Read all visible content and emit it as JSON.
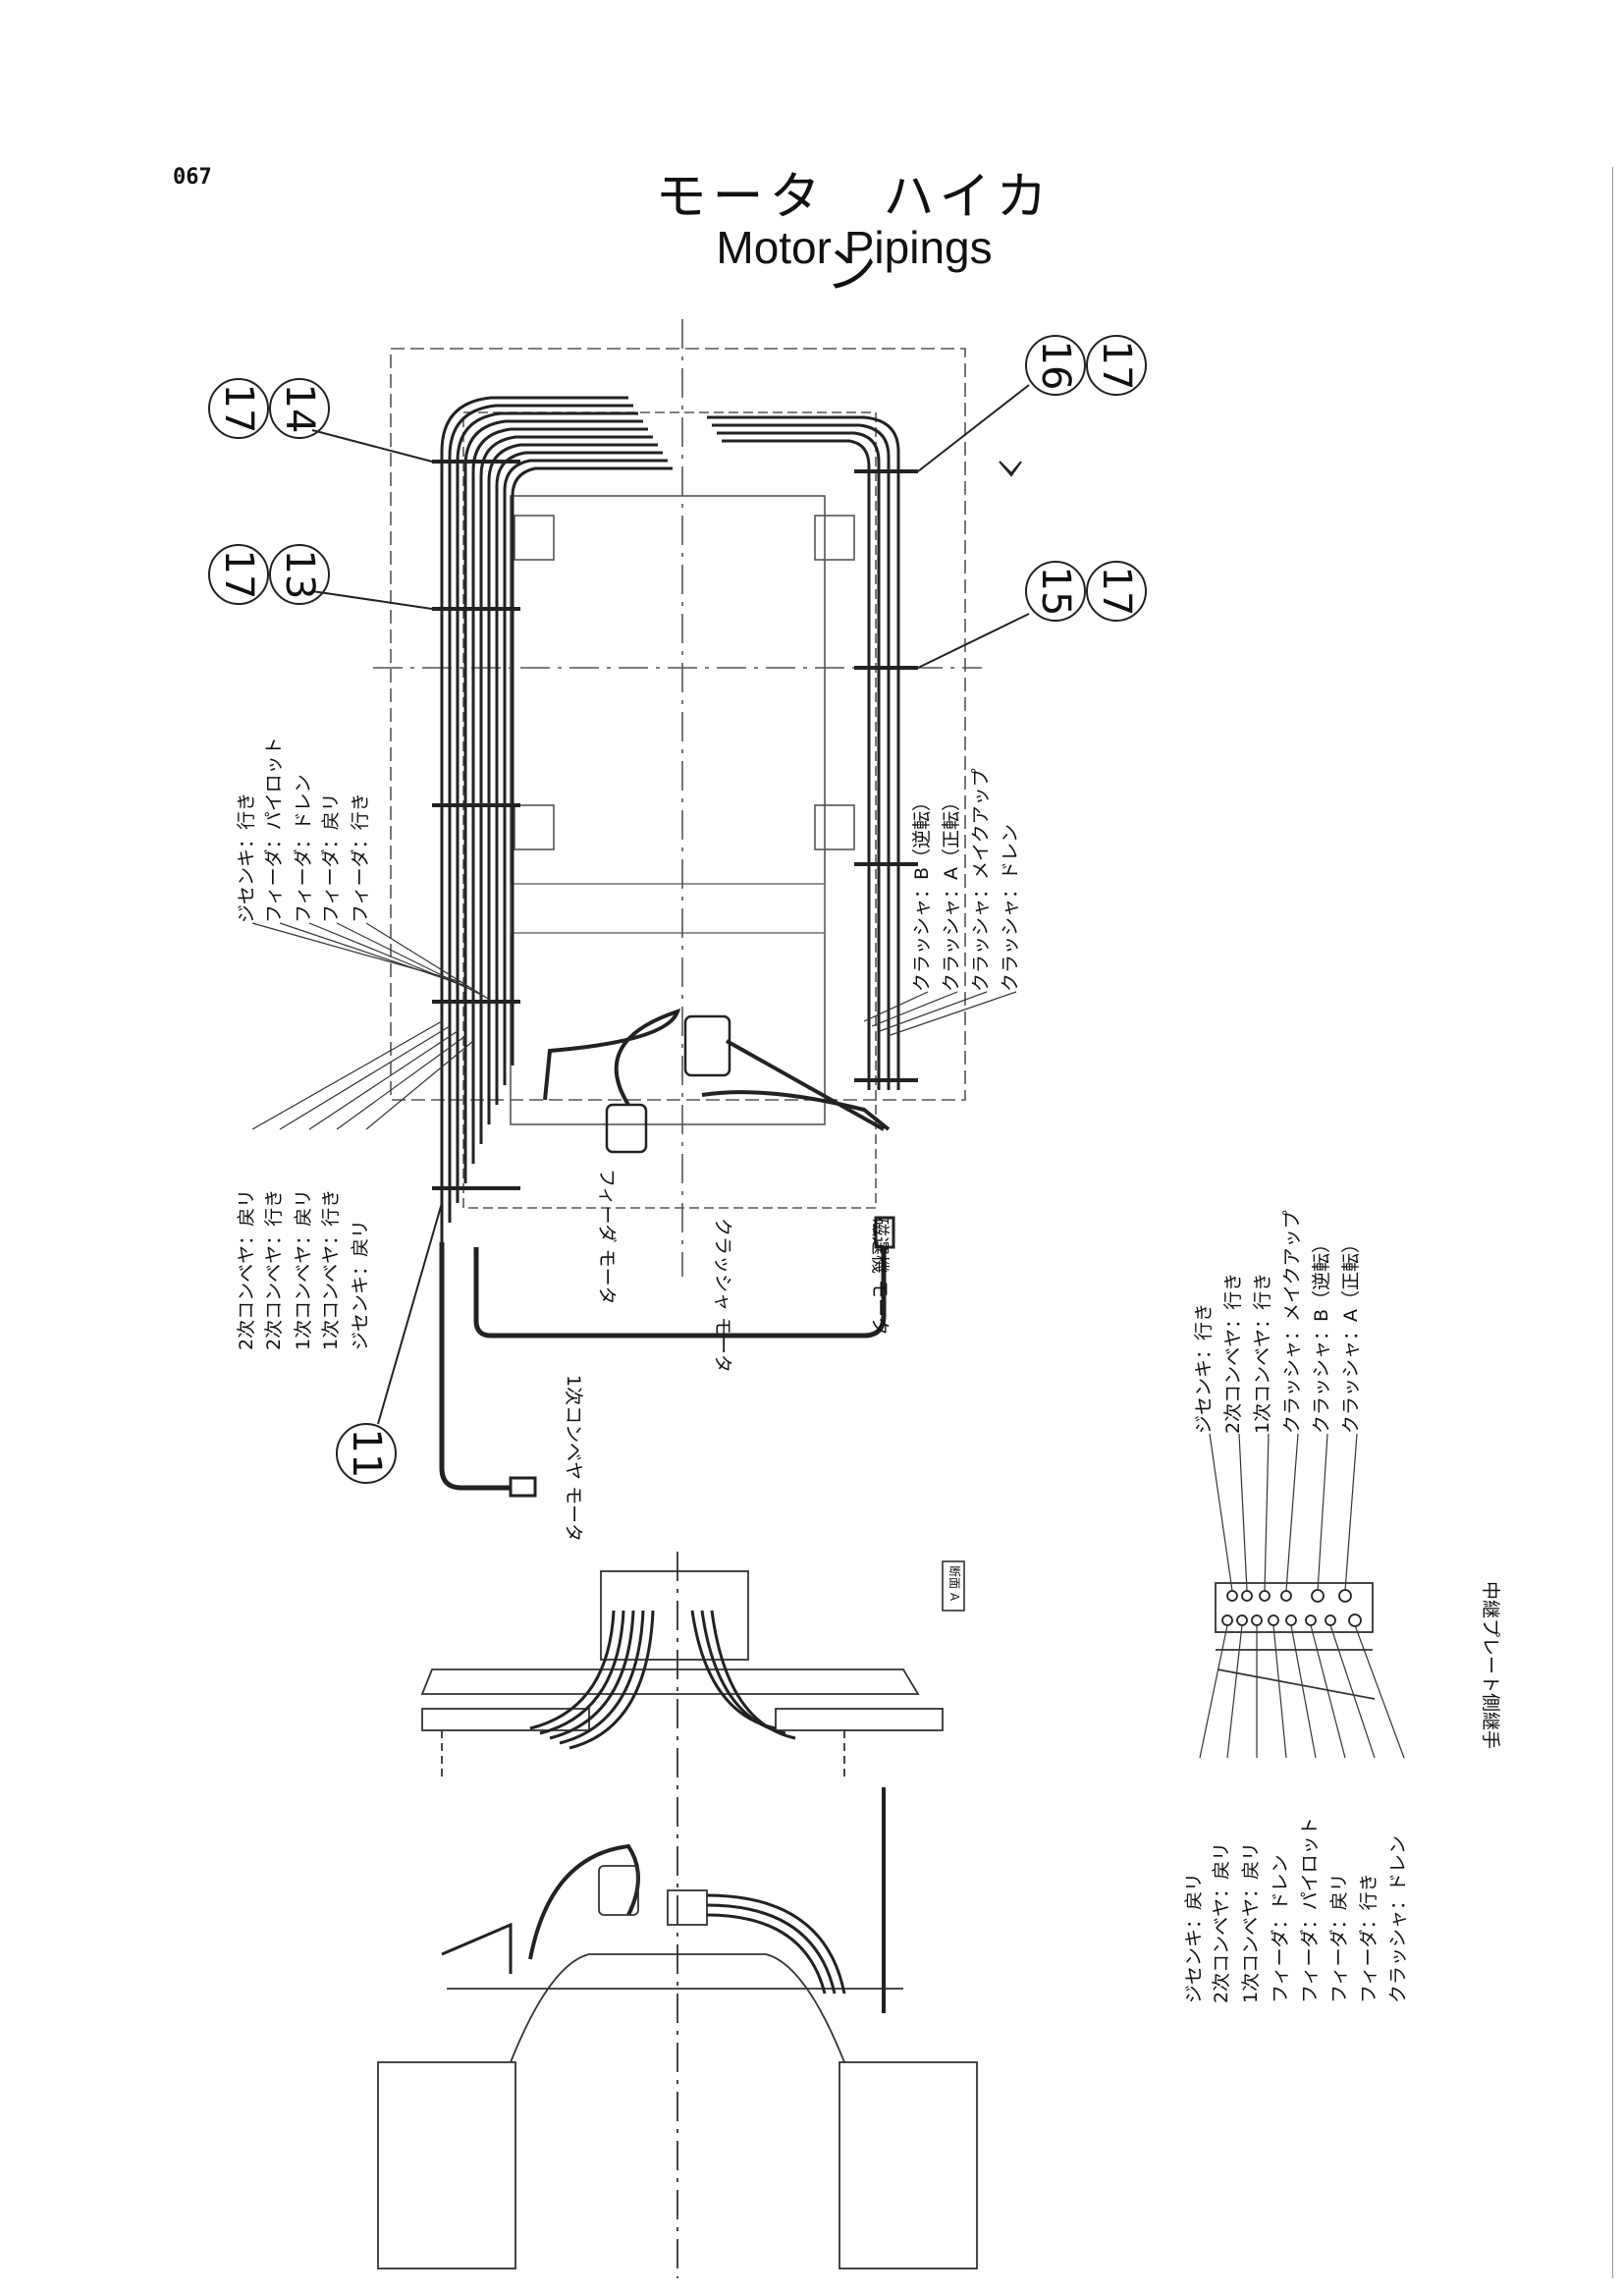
{
  "page_number": "067",
  "title_jp": "モータ　ハイカン",
  "title_en": "Motor Pipings",
  "callouts": [
    "17",
    "14",
    "17",
    "13",
    "16",
    "17",
    "15",
    "17",
    "11"
  ],
  "labels_left_upper": [
    "ジセンキ：行き",
    "フィーダ：パイロット",
    "フィーダ：ドレン",
    "フィーダ：戻リ",
    "フィーダ：行き"
  ],
  "labels_left_lower": [
    "2次コンベヤ：戻リ",
    "2次コンベヤ：行き",
    "1次コンベヤ：戻リ",
    "1次コンベヤ：行き",
    "ジセンキ：戻リ"
  ],
  "labels_right_side": [
    "クラッシャ：B（逆転）",
    "クラッシャ：A（正転）",
    "クラッシャ：メイクアップ",
    "クラッシャ：ドレン"
  ],
  "motor_labels": [
    "フィーダ モータ",
    "クラッシャ モータ",
    "磁選機 モータ",
    "1次コンベヤ モータ"
  ],
  "section_tag": "断面 A",
  "plate_labels_top": [
    "ジセンキ：行き",
    "2次コンベヤ：行き",
    "1次コンベヤ：行き",
    "クラッシャ：メイクアップ",
    "クラッシャ：B（逆転）",
    "クラッシャ：A（正転）"
  ],
  "plate_labels_bottom": [
    "ジセンキ：戻リ",
    "2次コンベヤ：戻リ",
    "1次コンベヤ：戻リ",
    "フィーダ：ドレン",
    "フィーダ：パイロット",
    "フィーダ：戻リ",
    "フィーダ：行き",
    "クラッシャ：ドレン"
  ],
  "plate_caption": "中継プレート側継手"
}
